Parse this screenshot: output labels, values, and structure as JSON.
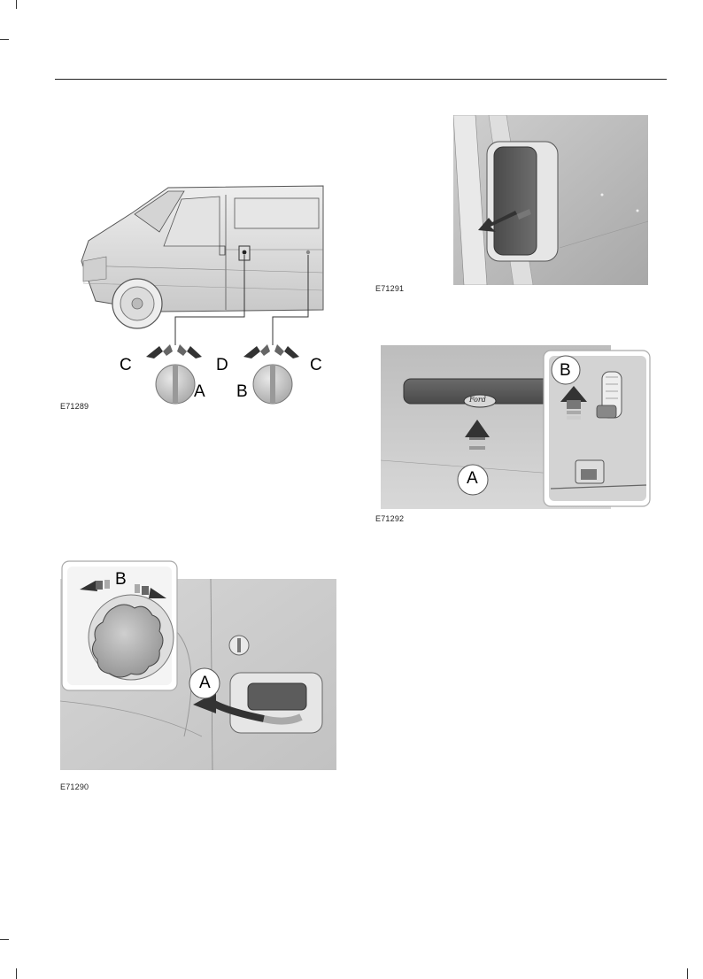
{
  "figures": [
    {
      "code": "E71289",
      "labels": {
        "c_left": "C",
        "d": "D",
        "c_right": "C",
        "a": "A",
        "b": "B"
      }
    },
    {
      "code": "E71291"
    },
    {
      "code": "E71292",
      "labels": {
        "a": "A",
        "b": "B"
      },
      "logo_text": "Ford"
    },
    {
      "code": "E71290",
      "labels": {
        "a": "A",
        "b": "B"
      }
    }
  ]
}
